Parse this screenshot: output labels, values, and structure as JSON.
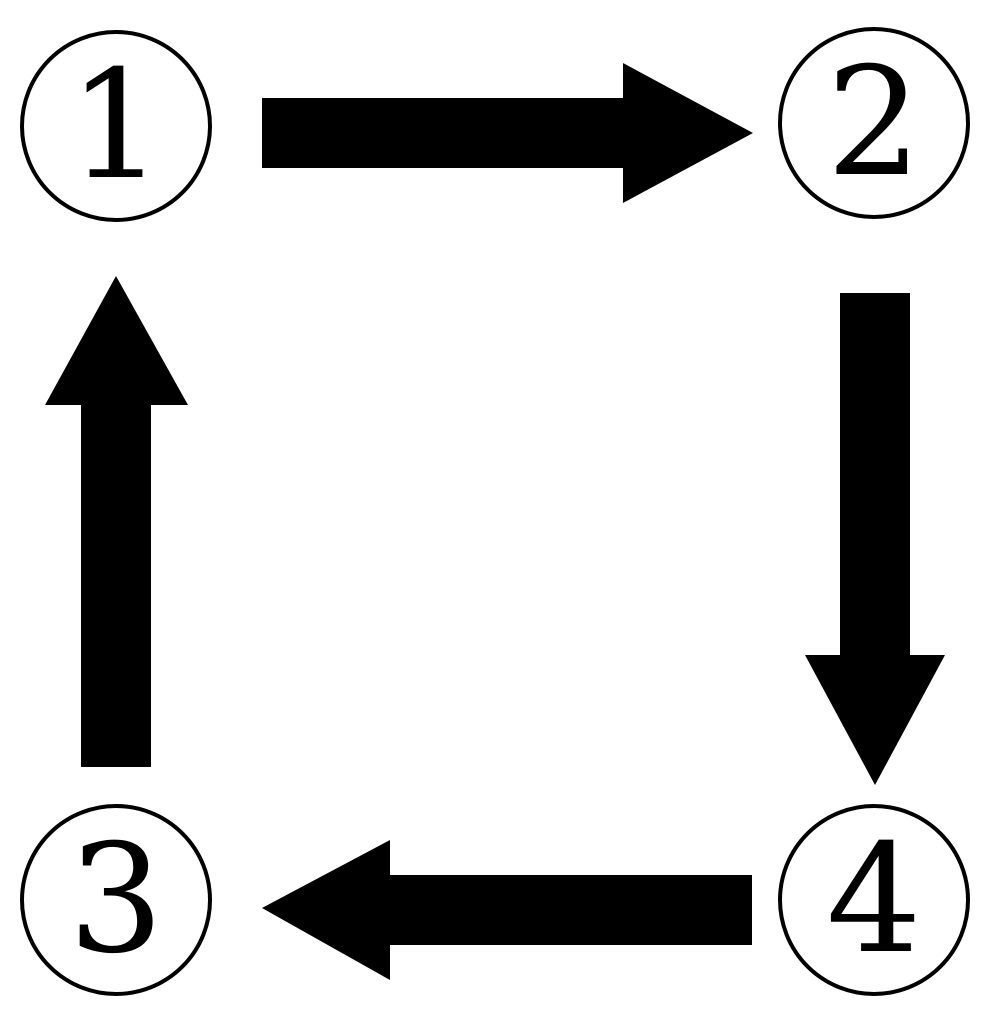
{
  "nodes": [
    {
      "id": "1",
      "label": "1"
    },
    {
      "id": "2",
      "label": "2"
    },
    {
      "id": "3",
      "label": "3"
    },
    {
      "id": "4",
      "label": "4"
    }
  ],
  "edges": [
    {
      "from": "1",
      "to": "2"
    },
    {
      "from": "2",
      "to": "4"
    },
    {
      "from": "4",
      "to": "3"
    },
    {
      "from": "3",
      "to": "1"
    }
  ],
  "colors": {
    "stroke": "#000000",
    "fill": "#ffffff"
  }
}
